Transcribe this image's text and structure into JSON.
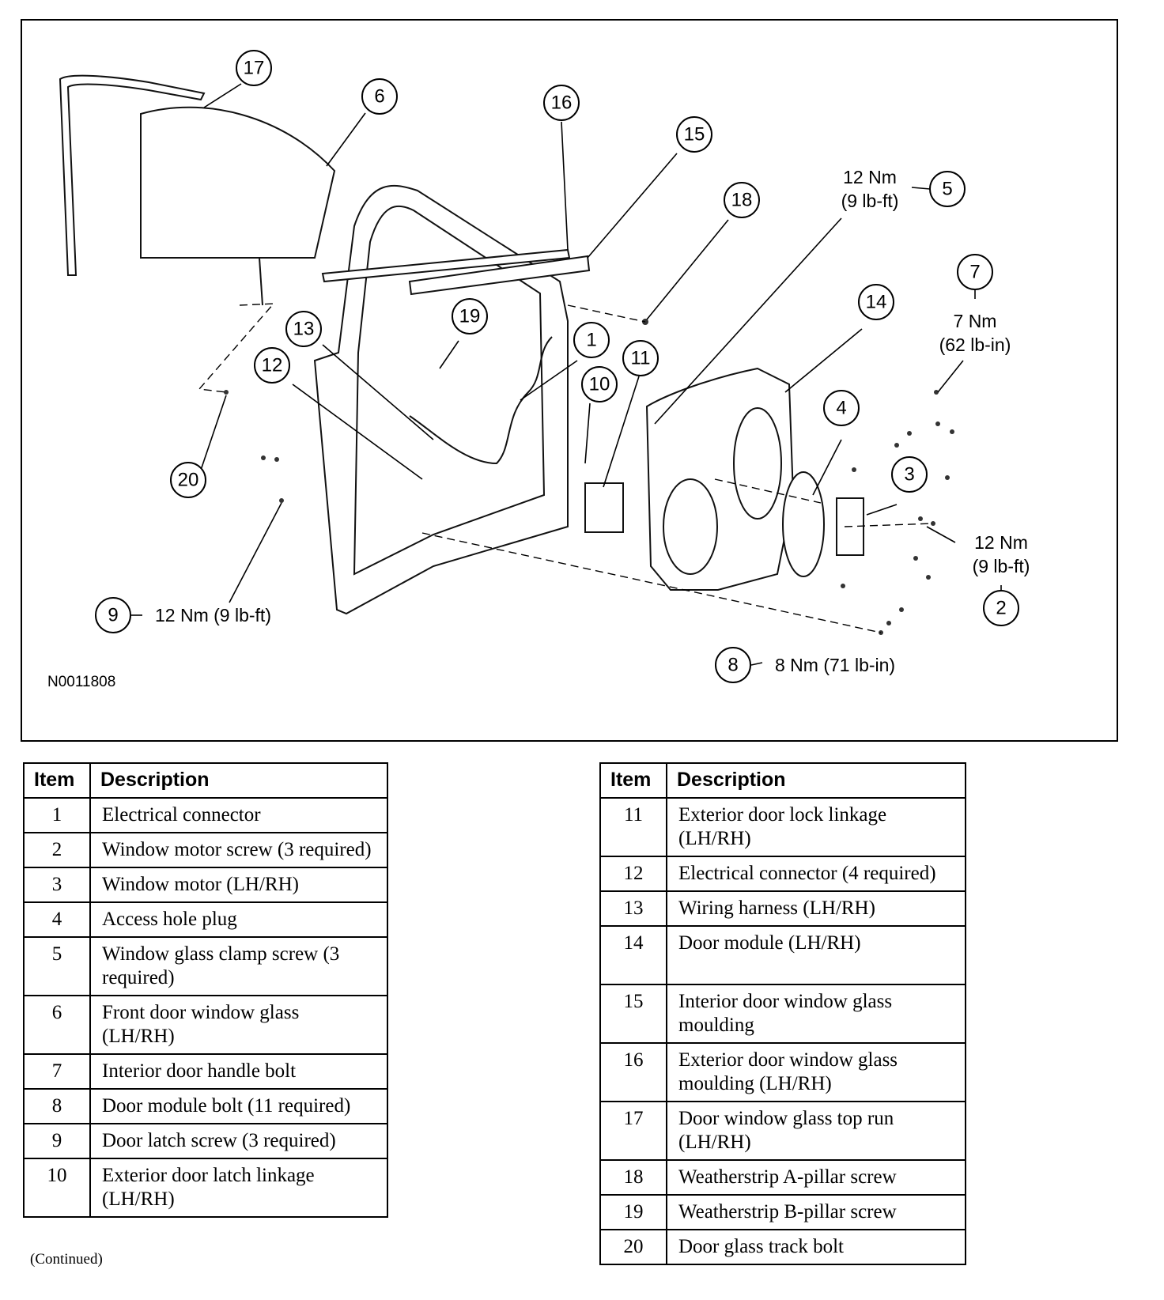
{
  "figure": {
    "id": "N0011808",
    "callouts": [
      "17",
      "6",
      "16",
      "15",
      "18",
      "5",
      "7",
      "14",
      "19",
      "13",
      "1",
      "11",
      "10",
      "12",
      "4",
      "3",
      "20",
      "2",
      "9",
      "8"
    ],
    "torque_labels": {
      "t5_line1": "12 Nm",
      "t5_line2": "(9 lb-ft)",
      "t7_line1": "7 Nm",
      "t7_line2": "(62 lb-in)",
      "t2_line1": "12 Nm",
      "t2_line2": "(9 lb-ft)",
      "t9": "12 Nm (9 lb-ft)",
      "t8": "8 Nm (71 lb-in)"
    }
  },
  "legend": {
    "headers": {
      "item": "Item",
      "description": "Description"
    },
    "left": [
      {
        "item": "1",
        "desc": "Electrical connector"
      },
      {
        "item": "2",
        "desc": "Window motor screw (3 required)"
      },
      {
        "item": "3",
        "desc": "Window motor (LH/RH)"
      },
      {
        "item": "4",
        "desc": "Access hole plug"
      },
      {
        "item": "5",
        "desc": "Window glass clamp screw (3 required)"
      },
      {
        "item": "6",
        "desc": "Front door window glass (LH/RH)"
      },
      {
        "item": "7",
        "desc": "Interior door handle bolt"
      },
      {
        "item": "8",
        "desc": "Door module bolt (11 required)"
      },
      {
        "item": "9",
        "desc": "Door latch screw (3 required)"
      },
      {
        "item": "10",
        "desc": "Exterior door latch linkage (LH/RH)"
      }
    ],
    "right": [
      {
        "item": "11",
        "desc": "Exterior door lock linkage (LH/RH)"
      },
      {
        "item": "12",
        "desc": "Electrical connector (4 required)"
      },
      {
        "item": "13",
        "desc": "Wiring harness (LH/RH)"
      },
      {
        "item": "14",
        "desc": "Door module (LH/RH)"
      },
      {
        "item": "15",
        "desc": "Interior door window glass moulding"
      },
      {
        "item": "16",
        "desc": "Exterior door window glass moulding (LH/RH)"
      },
      {
        "item": "17",
        "desc": "Door window glass top run (LH/RH)"
      },
      {
        "item": "18",
        "desc": "Weatherstrip A-pillar screw"
      },
      {
        "item": "19",
        "desc": "Weatherstrip B-pillar screw"
      },
      {
        "item": "20",
        "desc": "Door glass track bolt"
      }
    ]
  },
  "footnote": "(Continued)"
}
